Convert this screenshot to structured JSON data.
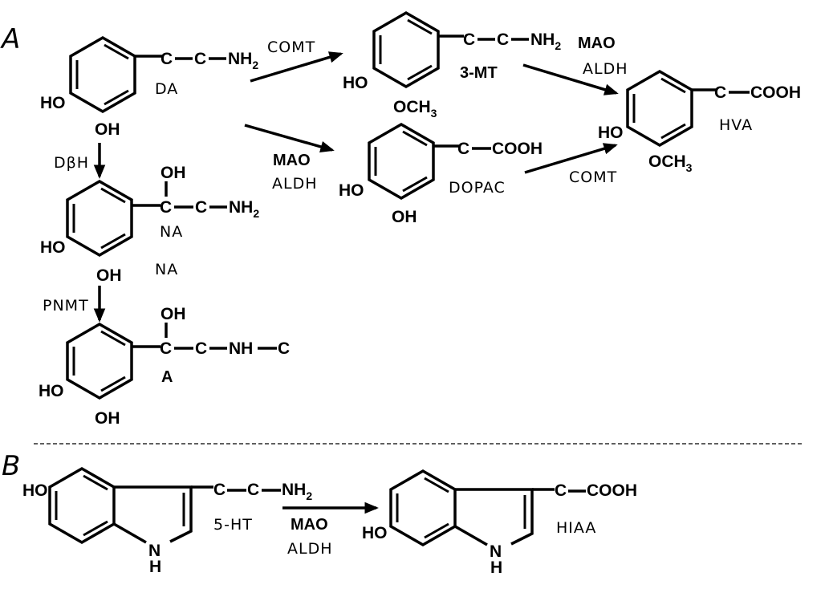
{
  "panels": {
    "a": "A",
    "b": "B"
  },
  "molecules": {
    "da": {
      "name": "DA",
      "oh_ring": "HO",
      "oh_bottom": "OH",
      "chain": {
        "c1": "C",
        "c2": "C",
        "nh": "NH",
        "nh_sub": "2"
      }
    },
    "mt": {
      "name": "3-MT",
      "oh_ring": "HO",
      "och": "OCH",
      "och_sub": "3",
      "chain": {
        "c1": "C",
        "c2": "C",
        "nh": "NH",
        "nh_sub": "2"
      }
    },
    "dopac": {
      "name": "DOPAC",
      "oh_ring": "HO",
      "oh_bottom": "OH",
      "chain": {
        "c1": "C",
        "cooh": "COOH"
      }
    },
    "hva": {
      "name": "HVA",
      "oh_ring": "HO",
      "och": "OCH",
      "och_sub": "3",
      "chain": {
        "c1": "C",
        "cooh": "COOH"
      }
    },
    "na": {
      "name": "NA",
      "name2": "NA",
      "oh_ring": "HO",
      "oh_bottom": "OH",
      "oh_top": "OH",
      "chain": {
        "c1": "C",
        "c2": "C",
        "nh": "NH",
        "nh_sub": "2"
      }
    },
    "a": {
      "name": "A",
      "oh_ring": "HO",
      "oh_bottom": "OH",
      "oh_top": "OH",
      "chain": {
        "c1": "C",
        "c2": "C",
        "nh": "NH",
        "c3": "C"
      }
    },
    "ht": {
      "name": "5-HT",
      "ho": "HO",
      "n": "N",
      "h": "H",
      "chain": {
        "c1": "C",
        "c2": "C",
        "nh": "NH",
        "nh_sub": "2"
      }
    },
    "hiaa": {
      "name": "HIAA",
      "ho": "HO",
      "n": "N",
      "h": "H",
      "chain": {
        "c1": "C",
        "cooh": "COOH"
      }
    }
  },
  "enzymes": {
    "comt_top": "COMT",
    "mao_top": "MAO",
    "aldh_top": "ALDH",
    "mao_mid": "MAO",
    "aldh_mid": "ALDH",
    "comt_mid": "COMT",
    "dbh": "DβH",
    "pnmt": "PNMT",
    "mao_b": "MAO",
    "aldh_b": "ALDH"
  }
}
